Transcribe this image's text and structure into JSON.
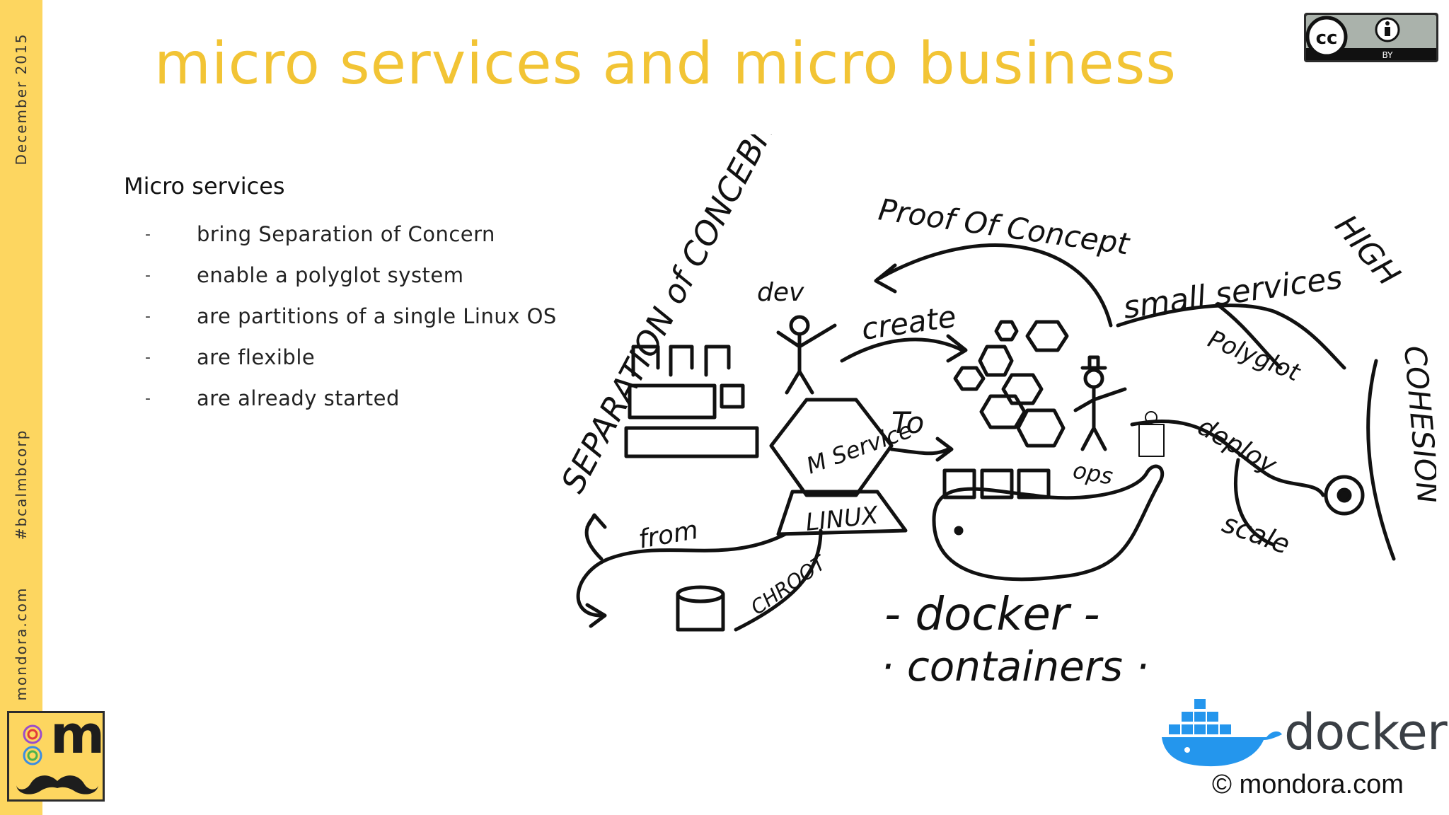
{
  "sidebar": {
    "date": "December 2015",
    "hashtag": "#bcalmbcorp",
    "website": "mondora.com"
  },
  "slide": {
    "title": "micro services and micro business",
    "heading": "Micro services",
    "bullets": [
      "bring Separation of Concern",
      "enable a polyglot system",
      "are partitions of a single Linux OS",
      "are flexible",
      "are already started"
    ],
    "bullet_marker": "-"
  },
  "license": {
    "symbol": "cc",
    "label": "BY",
    "icons": [
      "cc-icon",
      "attribution-icon"
    ]
  },
  "sketch": {
    "words": {
      "separation": "SEPARATION of CONCEBN",
      "proof": "Proof Of Concept",
      "dev": "dev",
      "create": "create",
      "to": "To",
      "service": "M Service",
      "linux": "LINUX",
      "from": "from",
      "chroot": "CHROOT",
      "small_services": "small services",
      "polyglot": "Polyglot",
      "high": "HIGH",
      "cohesion": "COHESION",
      "deploy": "deploy",
      "scale": "scale",
      "ops": "ops",
      "docker": "- docker -",
      "containers": "· containers ·"
    }
  },
  "footer": {
    "docker_wordmark": "docker",
    "copyright": "© mondora.com"
  },
  "colors": {
    "accent": "#fdd660",
    "title": "#f2c435",
    "docker_blue": "#2496ed"
  }
}
